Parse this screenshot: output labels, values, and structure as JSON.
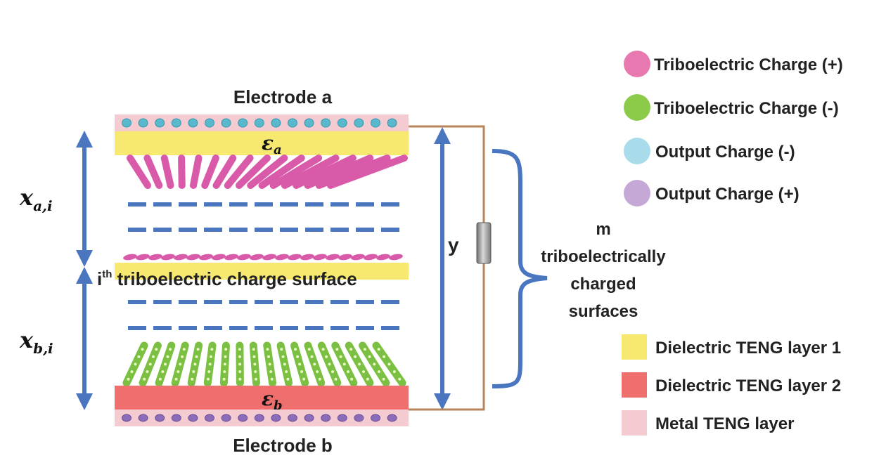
{
  "labels": {
    "electrode_top": "Electrode a",
    "electrode_bottom": "Electrode b",
    "eps_a_symbol": "ε",
    "eps_a_sub": "a",
    "eps_b_symbol": "ε",
    "eps_b_sub": "b",
    "x_a_symbol": "x",
    "x_a_sub": "a,i",
    "x_b_symbol": "x",
    "x_b_sub": "b,i",
    "y_label": "y",
    "surface_prefix": "i",
    "surface_sup": "th",
    "surface_text": " triboelectric charge surface",
    "m_line1": "m",
    "m_line2": "triboelectrically",
    "m_line3": "charged",
    "m_line4": "surfaces"
  },
  "legend": {
    "items": [
      {
        "label": "Triboelectric Charge (+)",
        "color": "#e879b0",
        "shape": "circle"
      },
      {
        "label": "Triboelectric Charge (-)",
        "color": "#8ccb4a",
        "shape": "circle"
      },
      {
        "label": "Output Charge (-)",
        "color": "#a8dcea",
        "shape": "circle"
      },
      {
        "label": "Output Charge (+)",
        "color": "#c6a8d6",
        "shape": "circle"
      },
      {
        "label": "Dielectric TENG layer 1",
        "color": "#f7e870",
        "shape": "square"
      },
      {
        "label": "Dielectric TENG layer 2",
        "color": "#ef6e6e",
        "shape": "square"
      },
      {
        "label": "Metal TENG layer",
        "color": "#f4cbd1",
        "shape": "square"
      }
    ]
  },
  "colors": {
    "arrow": "#4a76c0",
    "wire": "#b8855a",
    "metal": "#f4cbd1",
    "dielectric1": "#f7e870",
    "dielectric2": "#ef6e6e",
    "positive_charge": "#d85aa8",
    "negative_charge": "#7cc043",
    "output_negative": "#5ab8cc",
    "output_positive": "#8a6cb8"
  }
}
